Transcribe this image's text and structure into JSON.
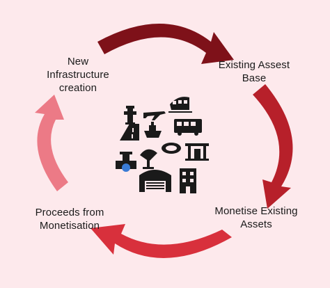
{
  "diagram": {
    "stages": [
      {
        "id": "new",
        "lines": [
          "New",
          "Infrastructure",
          "creation"
        ]
      },
      {
        "id": "existing",
        "lines": [
          "Existing Assest",
          "Base"
        ]
      },
      {
        "id": "monetise",
        "lines": [
          "Monetise Existing",
          "Assets"
        ]
      },
      {
        "id": "proceeds",
        "lines": [
          "Proceeds from",
          "Monetisation"
        ]
      }
    ],
    "arrow_colors": {
      "top": "#7e1119",
      "right": "#b7202a",
      "bottom": "#d8303c",
      "left": "#ec7a86"
    },
    "background_color": "#fde9ec",
    "center_icons": [
      "fire-hydrant-icon",
      "airplane-icon",
      "train-icon",
      "road-icon",
      "ship-icon",
      "bus-icon",
      "pipeline-valve-icon",
      "satellite-dish-icon",
      "stadium-icon",
      "warehouse-icon",
      "building-icon",
      "fuel-station-icon"
    ]
  }
}
